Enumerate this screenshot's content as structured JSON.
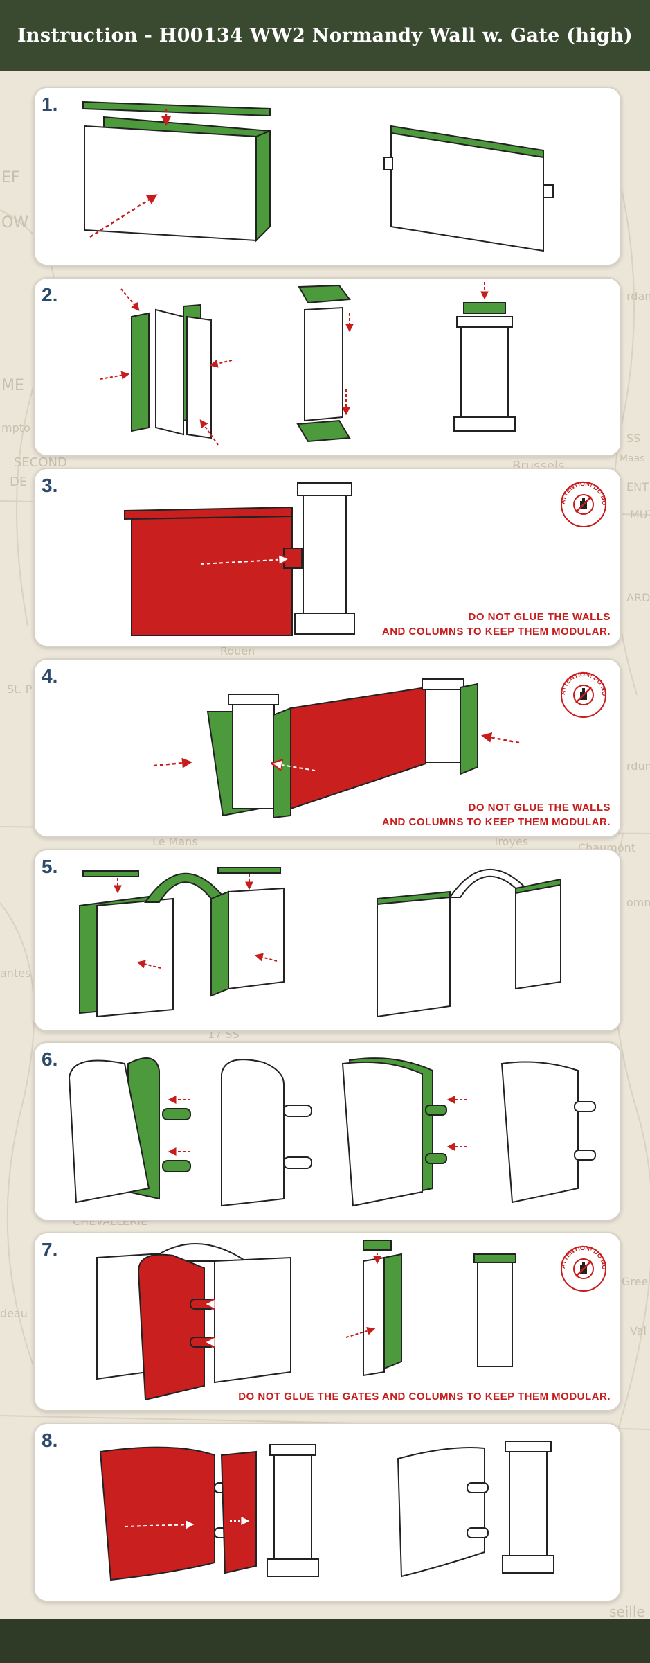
{
  "header": {
    "title": "Instruction - H00134 WW2 Normandy Wall w. Gate (high)"
  },
  "colors": {
    "header_bg": "#3a4a30",
    "step_number": "#2c4a6b",
    "green_part": "#4c9a3c",
    "red_part": "#c91f1f",
    "warning_text": "#c81d1d"
  },
  "map_labels": [
    "EF",
    "OW",
    "ME",
    "mpto",
    "SECOND",
    "DE",
    "Brussels",
    "Maas",
    "SS",
    "rdan",
    "ENT",
    "MUT",
    "ARD",
    "St. P",
    "Rouen",
    "Le Mans",
    "Troyes",
    "Chaumont",
    "antes",
    "17 SS",
    "CHEVALLERIE",
    "Gree",
    "Val",
    "deau",
    "seille",
    "rdun",
    "omm"
  ],
  "badge": {
    "text": "ATTENTION! DO NOT GLUE",
    "icon": "glue-bottle-crossed-icon"
  },
  "steps": [
    {
      "number": "1.",
      "warning": []
    },
    {
      "number": "2.",
      "warning": []
    },
    {
      "number": "3.",
      "warning": [
        "DO NOT GLUE THE WALLS",
        "AND COLUMNS TO KEEP THEM MODULAR."
      ]
    },
    {
      "number": "4.",
      "warning": [
        "DO NOT GLUE THE WALLS",
        "AND COLUMNS TO KEEP THEM MODULAR."
      ]
    },
    {
      "number": "5.",
      "warning": []
    },
    {
      "number": "6.",
      "warning": []
    },
    {
      "number": "7.",
      "warning": [
        "DO NOT GLUE THE GATES AND COLUMNS TO KEEP THEM MODULAR."
      ]
    },
    {
      "number": "8.",
      "warning": []
    }
  ]
}
